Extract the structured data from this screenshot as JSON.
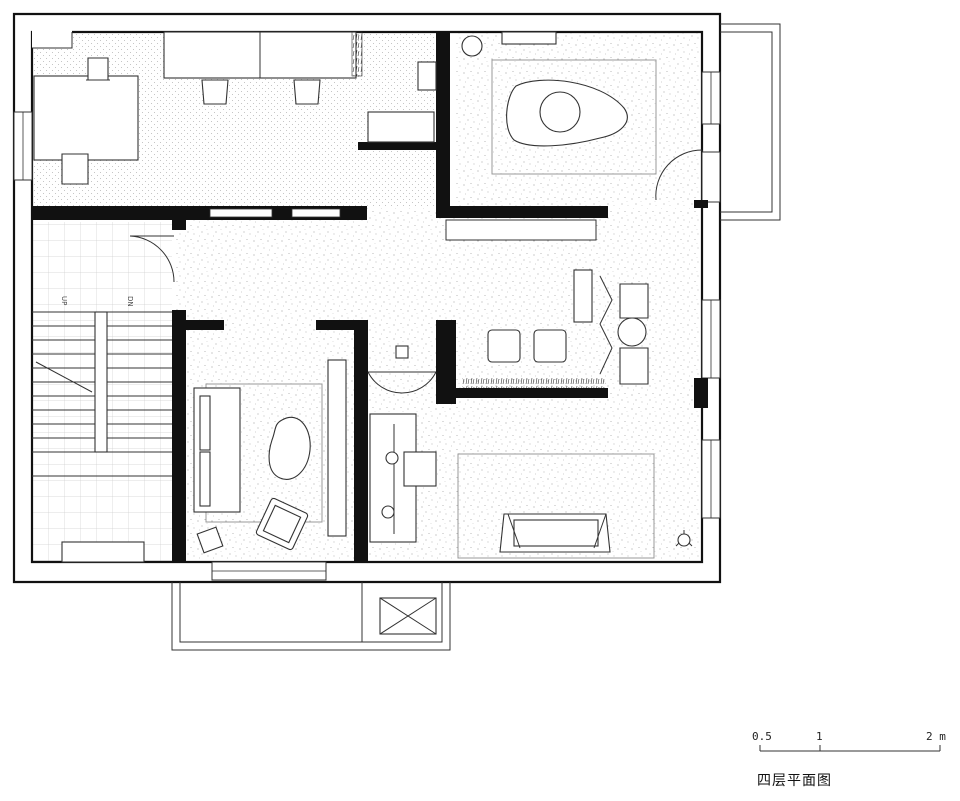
{
  "plan_title": "四层平面图",
  "stair": {
    "up_label": "UP",
    "down_label": "DN"
  },
  "scale_bar": {
    "labels": [
      "0.5",
      "1",
      "2 m"
    ]
  }
}
